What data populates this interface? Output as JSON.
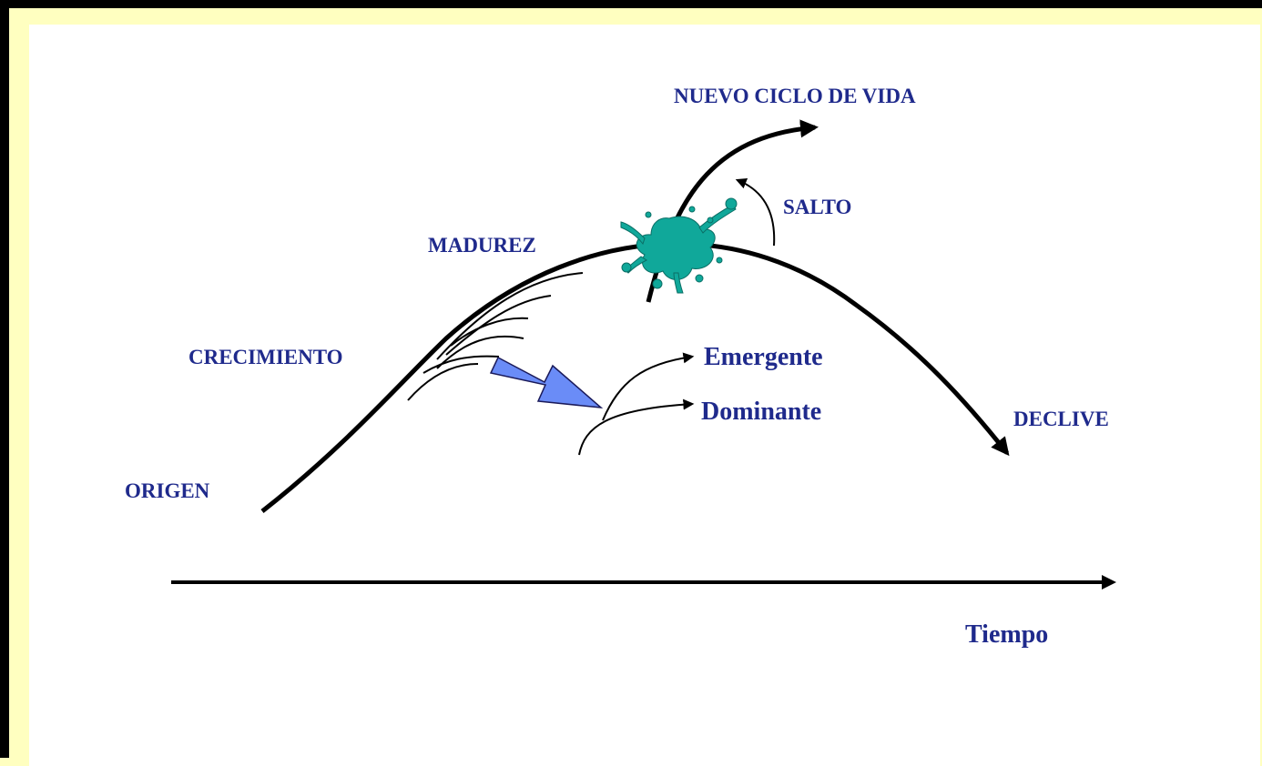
{
  "colors": {
    "frame_background": "#FFFFC0",
    "frame_border": "#000000",
    "canvas": "#FFFFFF",
    "text": "#1F2A8C",
    "curve": "#000000",
    "splat": "#10A89A",
    "block_arrow": "#6A8CF7"
  },
  "icons": {
    "splat": "ink-splat-icon",
    "block_arrow": "block-arrow-icon"
  },
  "labels": {
    "nuevo_ciclo": "NUEVO CICLO DE VIDA",
    "salto": "SALTO",
    "madurez": "MADUREZ",
    "crecimiento": "CRECIMIENTO",
    "origen": "ORIGEN",
    "declive": "DECLIVE",
    "emergente": "Emergente",
    "dominante": "Dominante",
    "tiempo": "Tiempo"
  }
}
